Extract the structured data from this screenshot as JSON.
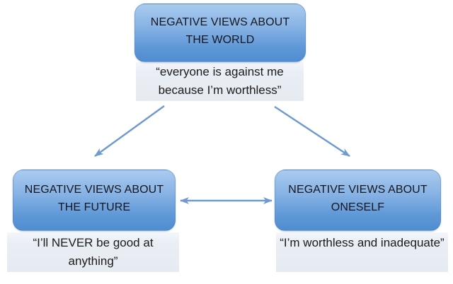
{
  "colors": {
    "background": "#ffffff",
    "box_gradient_top": "#aacbef",
    "box_gradient_bottom": "#4f8dd0",
    "quote_bg": "#e8ecf3",
    "arrow": "#6f9ace",
    "heading_text": "#16161e",
    "quote_text": "#1b1b1b"
  },
  "nodes": {
    "world": {
      "label": "NEGATIVE VIEWS ABOUT THE WORLD",
      "quote": "“everyone is against me because I’m worthless”"
    },
    "future": {
      "label": "NEGATIVE VIEWS ABOUT THE FUTURE",
      "quote": "“I’ll NEVER be good at anything”"
    },
    "oneself": {
      "label": "NEGATIVE VIEWS ABOUT ONESELF",
      "quote": "“I’m worthless and inadequate”"
    }
  },
  "edges": [
    {
      "from": "world",
      "to": "future",
      "direction": "one-way"
    },
    {
      "from": "world",
      "to": "oneself",
      "direction": "one-way"
    },
    {
      "from": "future",
      "to": "oneself",
      "direction": "two-way"
    }
  ]
}
